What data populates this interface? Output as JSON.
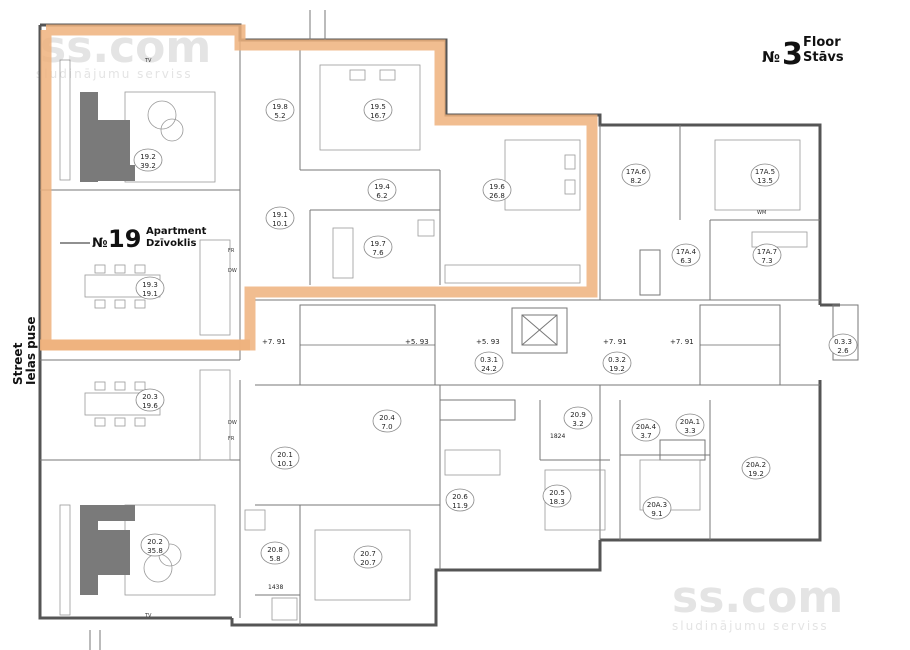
{
  "header": {
    "no_label": "№",
    "number": "3",
    "line1": "Floor",
    "line2": "Stāvs"
  },
  "apartment": {
    "no_label": "№",
    "number": "19",
    "line1": "Apartment",
    "line2": "Dzīvoklis"
  },
  "street": {
    "line1": "Street",
    "line2": "Ielas puse"
  },
  "watermark": {
    "logo": "ss.com",
    "tagline": "sludinājumu serviss"
  },
  "rooms": [
    {
      "id": "19.2",
      "area": "39.2"
    },
    {
      "id": "19.8",
      "area": "5.2"
    },
    {
      "id": "19.5",
      "area": "16.7"
    },
    {
      "id": "19.4",
      "area": "6.2"
    },
    {
      "id": "19.1",
      "area": "10.1"
    },
    {
      "id": "19.7",
      "area": "7.6"
    },
    {
      "id": "19.6",
      "area": "26.8"
    },
    {
      "id": "19.3",
      "area": "19.1"
    },
    {
      "id": "17A.6",
      "area": "8.2"
    },
    {
      "id": "17A.5",
      "area": "13.5"
    },
    {
      "id": "17A.4",
      "area": "6.3"
    },
    {
      "id": "17A.7",
      "area": "7.3"
    },
    {
      "id": "0.3.3",
      "area": "2.6"
    },
    {
      "id": "0.3.1",
      "area": "24.2"
    },
    {
      "id": "0.3.2",
      "area": "19.2"
    },
    {
      "id": "20.3",
      "area": "19.6"
    },
    {
      "id": "20.4",
      "area": "7.0"
    },
    {
      "id": "20.9",
      "area": "3.2"
    },
    {
      "id": "20A.4",
      "area": "3.7"
    },
    {
      "id": "20A.1",
      "area": "3.3"
    },
    {
      "id": "20.1",
      "area": "10.1"
    },
    {
      "id": "20.6",
      "area": "11.9"
    },
    {
      "id": "20.5",
      "area": "18.3"
    },
    {
      "id": "20A.2",
      "area": "19.2"
    },
    {
      "id": "20A.3",
      "area": "9.1"
    },
    {
      "id": "20.2",
      "area": "35.8"
    },
    {
      "id": "20.8",
      "area": "5.8"
    },
    {
      "id": "20.7",
      "area": "20.7"
    }
  ],
  "levels": [
    "+7. 91",
    "+5. 93",
    "+5. 93",
    "+7. 91",
    "+7. 91"
  ],
  "appliance_labels": [
    "FR",
    "DW",
    "DW",
    "FR",
    "TV",
    "TV",
    "WM"
  ],
  "dimensions": [
    "1824",
    "1438"
  ],
  "colors": {
    "highlight": "#efb27c",
    "wall": "#555555",
    "background": "#ffffff"
  }
}
